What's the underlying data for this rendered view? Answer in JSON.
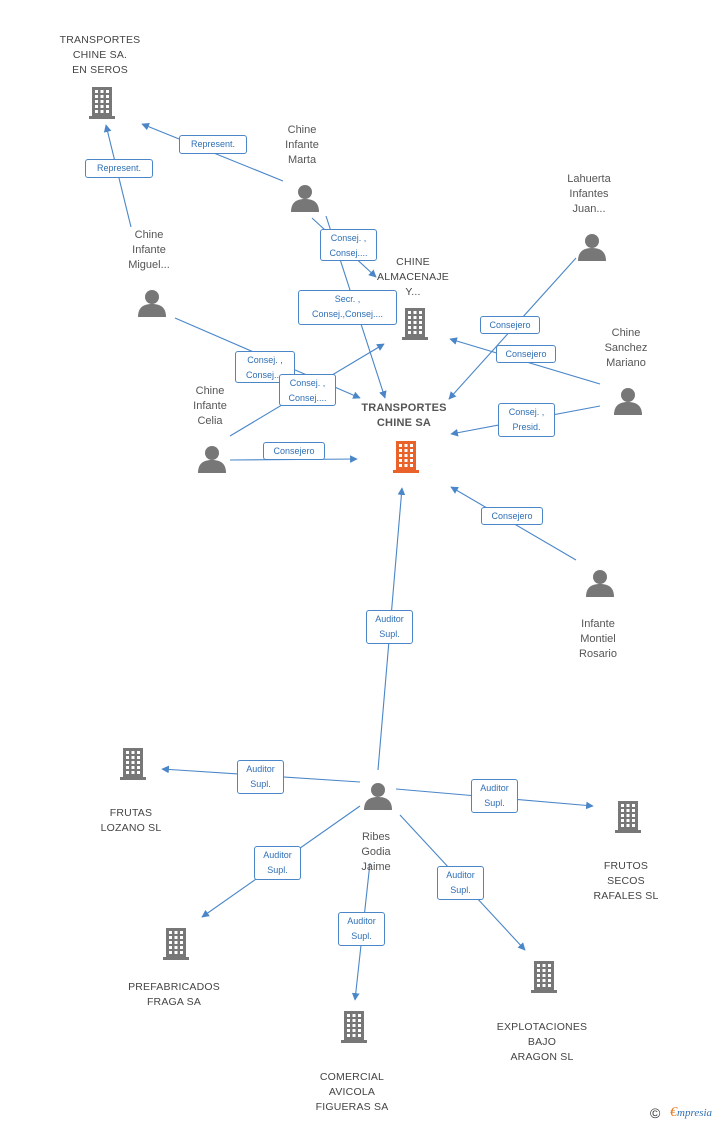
{
  "colors": {
    "edge": "#4a86c8",
    "main_company": "#e8622a",
    "entity": "#777777"
  },
  "companies": [
    {
      "id": "c_main",
      "label": "TRANSPORTES\nCHINE SA",
      "main": true
    },
    {
      "id": "c_enseros",
      "label": "TRANSPORTES\nCHINE SA.\nEN SEROS"
    },
    {
      "id": "c_almacenaje",
      "label": "CHINE\nALMACENAJE\nY..."
    },
    {
      "id": "c_frutas",
      "label": "FRUTAS\nLOZANO SL"
    },
    {
      "id": "c_frutos",
      "label": "FRUTOS\nSECOS\nRAFALES SL"
    },
    {
      "id": "c_prefab",
      "label": "PREFABRICADOS\nFRAGA SA"
    },
    {
      "id": "c_comercial",
      "label": "COMERCIAL\nAVICOLA\nFIGUERAS SA"
    },
    {
      "id": "c_explot",
      "label": "EXPLOTACIONES\nBAJO\nARAGON SL"
    }
  ],
  "persons": [
    {
      "id": "p_marta",
      "label": "Chine\nInfante\nMarta"
    },
    {
      "id": "p_miguel",
      "label": "Chine\nInfante\nMiguel..."
    },
    {
      "id": "p_lahuerta",
      "label": "Lahuerta\nInfantes\nJuan..."
    },
    {
      "id": "p_sanchez",
      "label": "Chine\nSanchez\nMariano"
    },
    {
      "id": "p_celia",
      "label": "Chine\nInfante\nCelia"
    },
    {
      "id": "p_rosario",
      "label": "Infante\nMontiel\nRosario"
    },
    {
      "id": "p_ribes",
      "label": "Ribes\nGodia\nJaime"
    }
  ],
  "edges": [
    {
      "id": "e1",
      "label": "Represent."
    },
    {
      "id": "e2",
      "label": "Represent."
    },
    {
      "id": "e3",
      "label": "Consej. ,\nConsej...."
    },
    {
      "id": "e4",
      "label": "Secr. ,\nConsej.,Consej...."
    },
    {
      "id": "e5",
      "label": "Consej. ,\nConsej...."
    },
    {
      "id": "e6",
      "label": "Consej. ,\nConsej...."
    },
    {
      "id": "e7",
      "label": "Consejero"
    },
    {
      "id": "e8",
      "label": "Consejero"
    },
    {
      "id": "e9",
      "label": "Consejero"
    },
    {
      "id": "e10",
      "label": "Consej. ,\nPresid."
    },
    {
      "id": "e11",
      "label": "Consejero"
    },
    {
      "id": "e12",
      "label": "Auditor\nSupl."
    },
    {
      "id": "e13",
      "label": "Auditor\nSupl."
    },
    {
      "id": "e14",
      "label": "Auditor\nSupl."
    },
    {
      "id": "e15",
      "label": "Auditor\nSupl."
    },
    {
      "id": "e16",
      "label": "Auditor\nSupl."
    },
    {
      "id": "e17",
      "label": "Auditor\nSupl."
    }
  ],
  "footer": {
    "copyright": "©",
    "brand_first": "€",
    "brand_rest": "mpresia"
  }
}
